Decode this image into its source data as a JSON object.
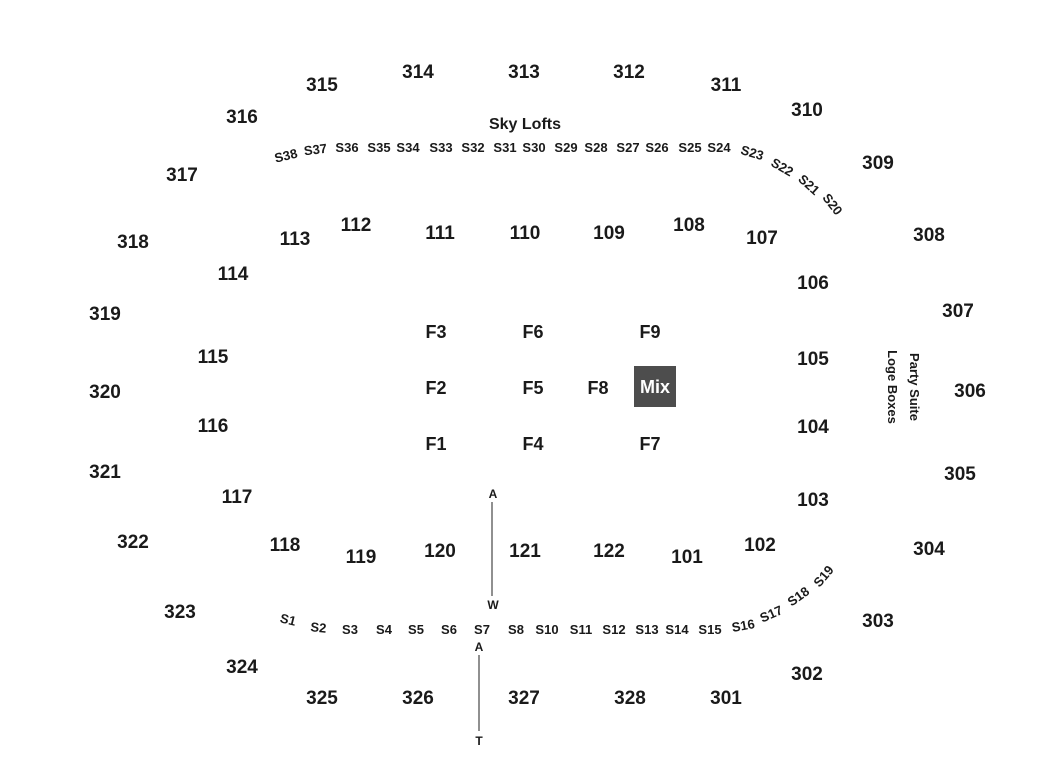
{
  "map": {
    "labels": {
      "sky_lofts": "Sky Lofts",
      "party_suite": "Party Suite",
      "loge_boxes": "Loge Boxes",
      "mix": "Mix",
      "aisle_top_a": "A",
      "aisle_top_w": "W",
      "aisle_bottom_a": "A",
      "aisle_bottom_t": "T"
    },
    "upper_sections": [
      "301",
      "302",
      "303",
      "304",
      "305",
      "306",
      "307",
      "308",
      "309",
      "310",
      "311",
      "312",
      "313",
      "314",
      "315",
      "316",
      "317",
      "318",
      "319",
      "320",
      "321",
      "322",
      "323",
      "324",
      "325",
      "326",
      "327",
      "328"
    ],
    "lower_sections": [
      "101",
      "102",
      "103",
      "104",
      "105",
      "106",
      "107",
      "108",
      "109",
      "110",
      "111",
      "112",
      "113",
      "114",
      "115",
      "116",
      "117",
      "118",
      "119",
      "120",
      "121",
      "122"
    ],
    "floor_sections": [
      "F1",
      "F2",
      "F3",
      "F4",
      "F5",
      "F6",
      "F7",
      "F8",
      "F9"
    ],
    "suites_top": [
      "S38",
      "S37",
      "S36",
      "S35",
      "S34",
      "S33",
      "S32",
      "S31",
      "S30",
      "S29",
      "S28",
      "S27",
      "S26",
      "S25",
      "S24",
      "S23",
      "S22",
      "S21",
      "S20"
    ],
    "suites_bottom": [
      "S1",
      "S2",
      "S3",
      "S4",
      "S5",
      "S6",
      "S7",
      "S8",
      "S10",
      "S11",
      "S12",
      "S13",
      "S14",
      "S15",
      "S16",
      "S17",
      "S18",
      "S19"
    ]
  }
}
